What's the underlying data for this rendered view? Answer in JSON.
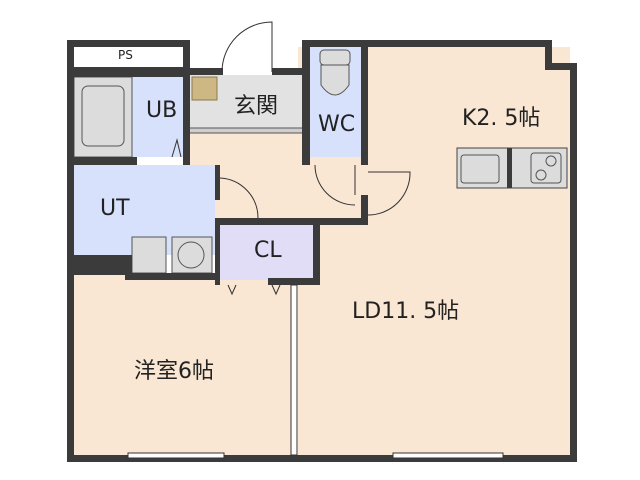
{
  "floorplan": {
    "rooms": {
      "ps": "PS",
      "unit_bath": "UB",
      "entrance": "玄関",
      "toilet": "WC",
      "kitchen": "K2. 5帖",
      "utility": "UT",
      "closet": "CL",
      "living_dining": "LD11. 5帖",
      "western_room": "洋室6帖"
    },
    "colors": {
      "wall": "#3b3b3b",
      "floor_wood": "#f9e6d3",
      "wet_area": "#d7e1fb",
      "closet": "#e1ddf7",
      "entrance": "#e2e2e2",
      "shoe_box": "#cdb782",
      "fixture": "#dcdcdc"
    }
  }
}
